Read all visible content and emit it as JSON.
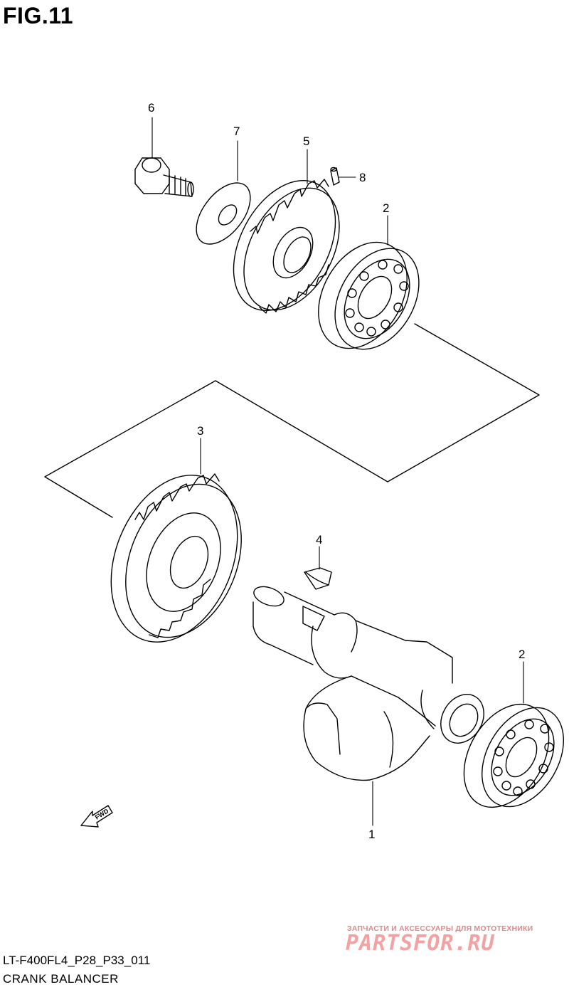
{
  "figure": {
    "title": "FIG.11",
    "code": "LT-F400FL4_P28_P33_011",
    "name": "CRANK BALANCER"
  },
  "callouts": {
    "bolt": "6",
    "washer": "7",
    "driven_gear": "5",
    "pin": "8",
    "bearing_upper": "2",
    "drive_gear": "3",
    "key": "4",
    "bearing_lower": "2",
    "shaft": "1"
  },
  "fwd_label": "FWD",
  "watermark": {
    "tagline": "ЗАПЧАСТИ И АКСЕССУАРЫ ДЛЯ МОТОТЕХНИКИ",
    "brand": "PARTSFOR.RU"
  }
}
